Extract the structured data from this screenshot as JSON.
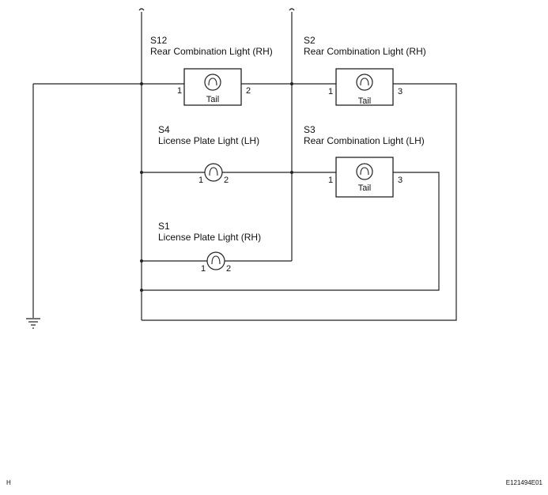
{
  "components": {
    "s12": {
      "code": "S12",
      "name": "Rear Combination Light (RH)",
      "pin_left": "1",
      "pin_right": "2",
      "bulb": "Tail"
    },
    "s2": {
      "code": "S2",
      "name": "Rear Combination Light (RH)",
      "pin_left": "1",
      "pin_right": "3",
      "bulb": "Tail"
    },
    "s4": {
      "code": "S4",
      "name": "License Plate Light (LH)",
      "pin_left": "1",
      "pin_right": "2"
    },
    "s3": {
      "code": "S3",
      "name": "Rear Combination Light (LH)",
      "pin_left": "1",
      "pin_right": "3",
      "bulb": "Tail"
    },
    "s1": {
      "code": "S1",
      "name": "License Plate Light (RH)",
      "pin_left": "1",
      "pin_right": "2"
    }
  },
  "footer": {
    "left": "H",
    "right": "E121494E01"
  },
  "icons": {
    "ground": "ground-symbol-icon",
    "bulb": "bulb-icon",
    "wire_break": "wire-break-icon"
  }
}
